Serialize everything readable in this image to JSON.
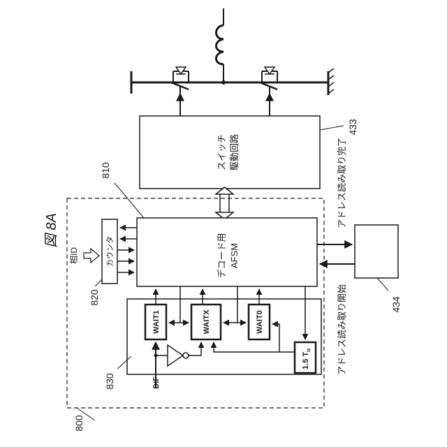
{
  "figure": {
    "title": "図  8A"
  },
  "labels": {
    "switch_drive_line1": "スイッチ",
    "switch_drive_line2": "駆動回路",
    "decoder_line1": "デコード用",
    "decoder_line2": "AFSM",
    "counter": "カウンタ",
    "phase_id": "相ID",
    "wait1": "WAIT1",
    "waitx": "WAITX",
    "wait0": "WAIT0",
    "timer": "1.5 T",
    "timer_sub": "u",
    "dif": "DIF",
    "addr_read_complete": "アドレス読み取り完了",
    "addr_read_start": "アドレス読み取り開始"
  },
  "refs": {
    "r800": "800",
    "r810": "810",
    "r820": "820",
    "r830": "830",
    "r433": "433",
    "r434": "434"
  },
  "colors": {
    "ink": "#1a1a1a",
    "background": "#ffffff"
  }
}
